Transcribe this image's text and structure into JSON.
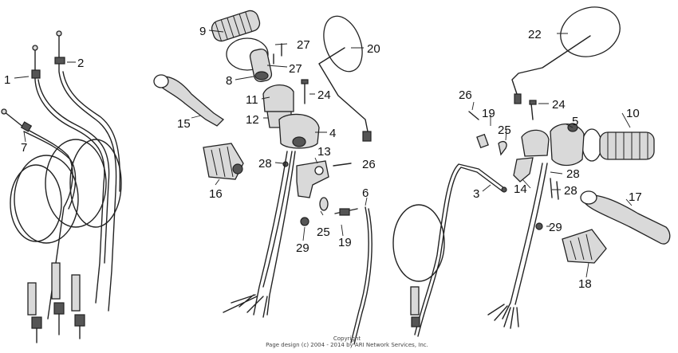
{
  "callouts": [
    {
      "id": "c1",
      "text": "1"
    },
    {
      "id": "c2",
      "text": "2"
    },
    {
      "id": "c7",
      "text": "7"
    },
    {
      "id": "c9",
      "text": "9"
    },
    {
      "id": "c27a",
      "text": "27"
    },
    {
      "id": "c27b",
      "text": "27"
    },
    {
      "id": "c20",
      "text": "20"
    },
    {
      "id": "c8",
      "text": "8"
    },
    {
      "id": "c11",
      "text": "11"
    },
    {
      "id": "c24a",
      "text": "24"
    },
    {
      "id": "c15",
      "text": "15"
    },
    {
      "id": "c12",
      "text": "12"
    },
    {
      "id": "c4",
      "text": "4"
    },
    {
      "id": "c13",
      "text": "13"
    },
    {
      "id": "c28a",
      "text": "28"
    },
    {
      "id": "c26a",
      "text": "26"
    },
    {
      "id": "c16",
      "text": "16"
    },
    {
      "id": "c6",
      "text": "6"
    },
    {
      "id": "c25a",
      "text": "25"
    },
    {
      "id": "c19a",
      "text": "19"
    },
    {
      "id": "c29a",
      "text": "29"
    },
    {
      "id": "c22",
      "text": "22"
    },
    {
      "id": "c26b",
      "text": "26"
    },
    {
      "id": "c19b",
      "text": "19"
    },
    {
      "id": "c24b",
      "text": "24"
    },
    {
      "id": "c5",
      "text": "5"
    },
    {
      "id": "c10",
      "text": "10"
    },
    {
      "id": "c25b",
      "text": "25"
    },
    {
      "id": "c28b",
      "text": "28"
    },
    {
      "id": "c28c",
      "text": "28"
    },
    {
      "id": "c3",
      "text": "3"
    },
    {
      "id": "c14",
      "text": "14"
    },
    {
      "id": "c17",
      "text": "17"
    },
    {
      "id": "c29b",
      "text": "29"
    },
    {
      "id": "c18",
      "text": "18"
    }
  ],
  "copyright": {
    "line1": "Copyright",
    "line2": "Page design (c) 2004 - 2014 by ARI Network Services, Inc."
  }
}
